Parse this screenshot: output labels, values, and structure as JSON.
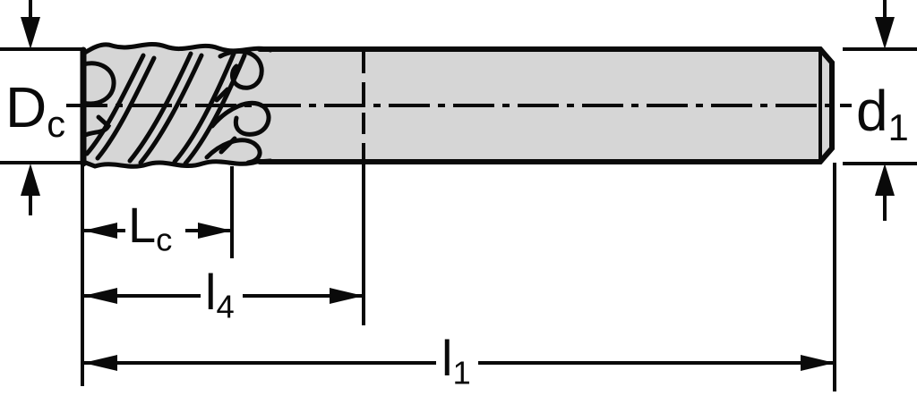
{
  "diagram": {
    "labels": {
      "dc": {
        "main": "D",
        "sub": "c"
      },
      "d1": {
        "main": "d",
        "sub": "1"
      },
      "lc": {
        "main": "L",
        "sub": "c"
      },
      "l4": {
        "main": "l",
        "sub": "4"
      },
      "l1": {
        "main": "l",
        "sub": "1"
      }
    },
    "colors": {
      "line": "#0a0a0a",
      "shank_fill": "#d6d6d6",
      "background": "#ffffff"
    }
  }
}
